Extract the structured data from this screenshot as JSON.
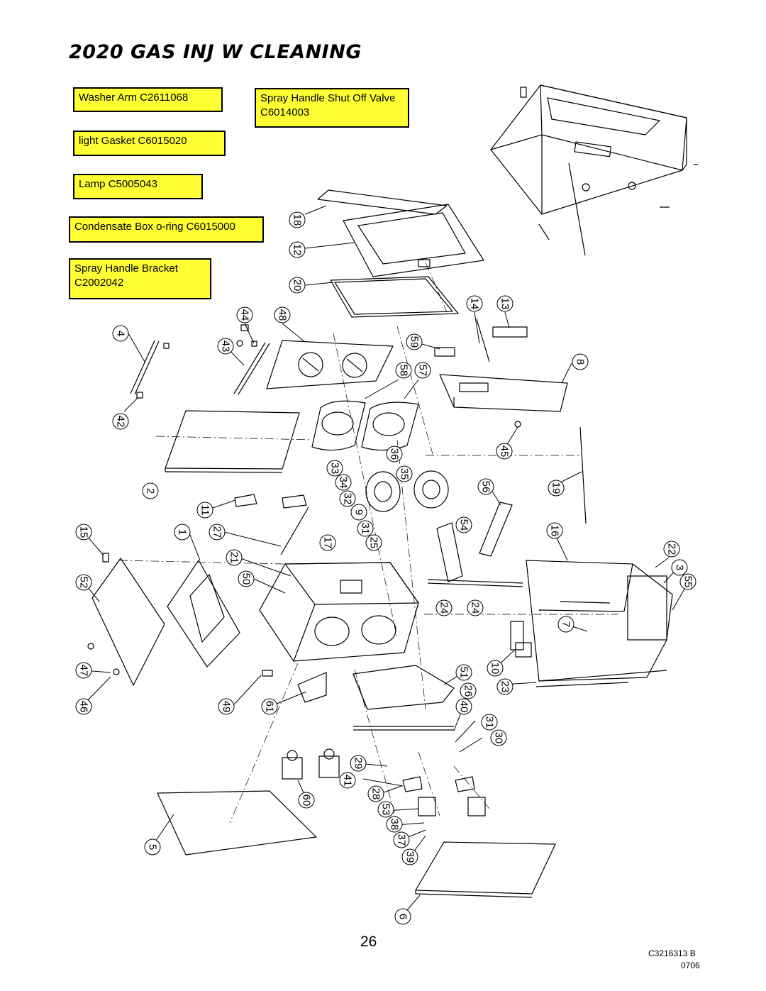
{
  "title": "2020 GAS INJ W CLEANING",
  "notes": {
    "washer_arm": "Washer Arm C2611068",
    "spray_valve": [
      "Spray Handle Shut Off Valve",
      "C6014003"
    ],
    "light_gasket": "light Gasket C6015020",
    "lamp": "Lamp C5005043",
    "condensate": "Condensate Box o-ring C6015000",
    "spray_bracket": [
      "Spray Handle Bracket",
      "C2002042"
    ]
  },
  "callouts": [
    "18",
    "12",
    "20",
    "44",
    "48",
    "4",
    "43",
    "59",
    "14",
    "13",
    "58",
    "57",
    "8",
    "42",
    "36",
    "33",
    "35",
    "45",
    "34",
    "2",
    "32",
    "56",
    "19",
    "11",
    "9",
    "31",
    "54",
    "15",
    "1",
    "27",
    "17",
    "25",
    "16",
    "22",
    "21",
    "3",
    "50",
    "55",
    "52",
    "24",
    "24",
    "7",
    "47",
    "51",
    "10",
    "26",
    "23",
    "46",
    "49",
    "61",
    "40",
    "31",
    "30",
    "29",
    "41",
    "60",
    "28",
    "53",
    "38",
    "37",
    "39",
    "5",
    "6"
  ],
  "colors": {
    "note_bg": "#ffff33"
  },
  "footer": {
    "page_number": "26",
    "doc_number": "C3216313 B",
    "date_code": "0706"
  }
}
